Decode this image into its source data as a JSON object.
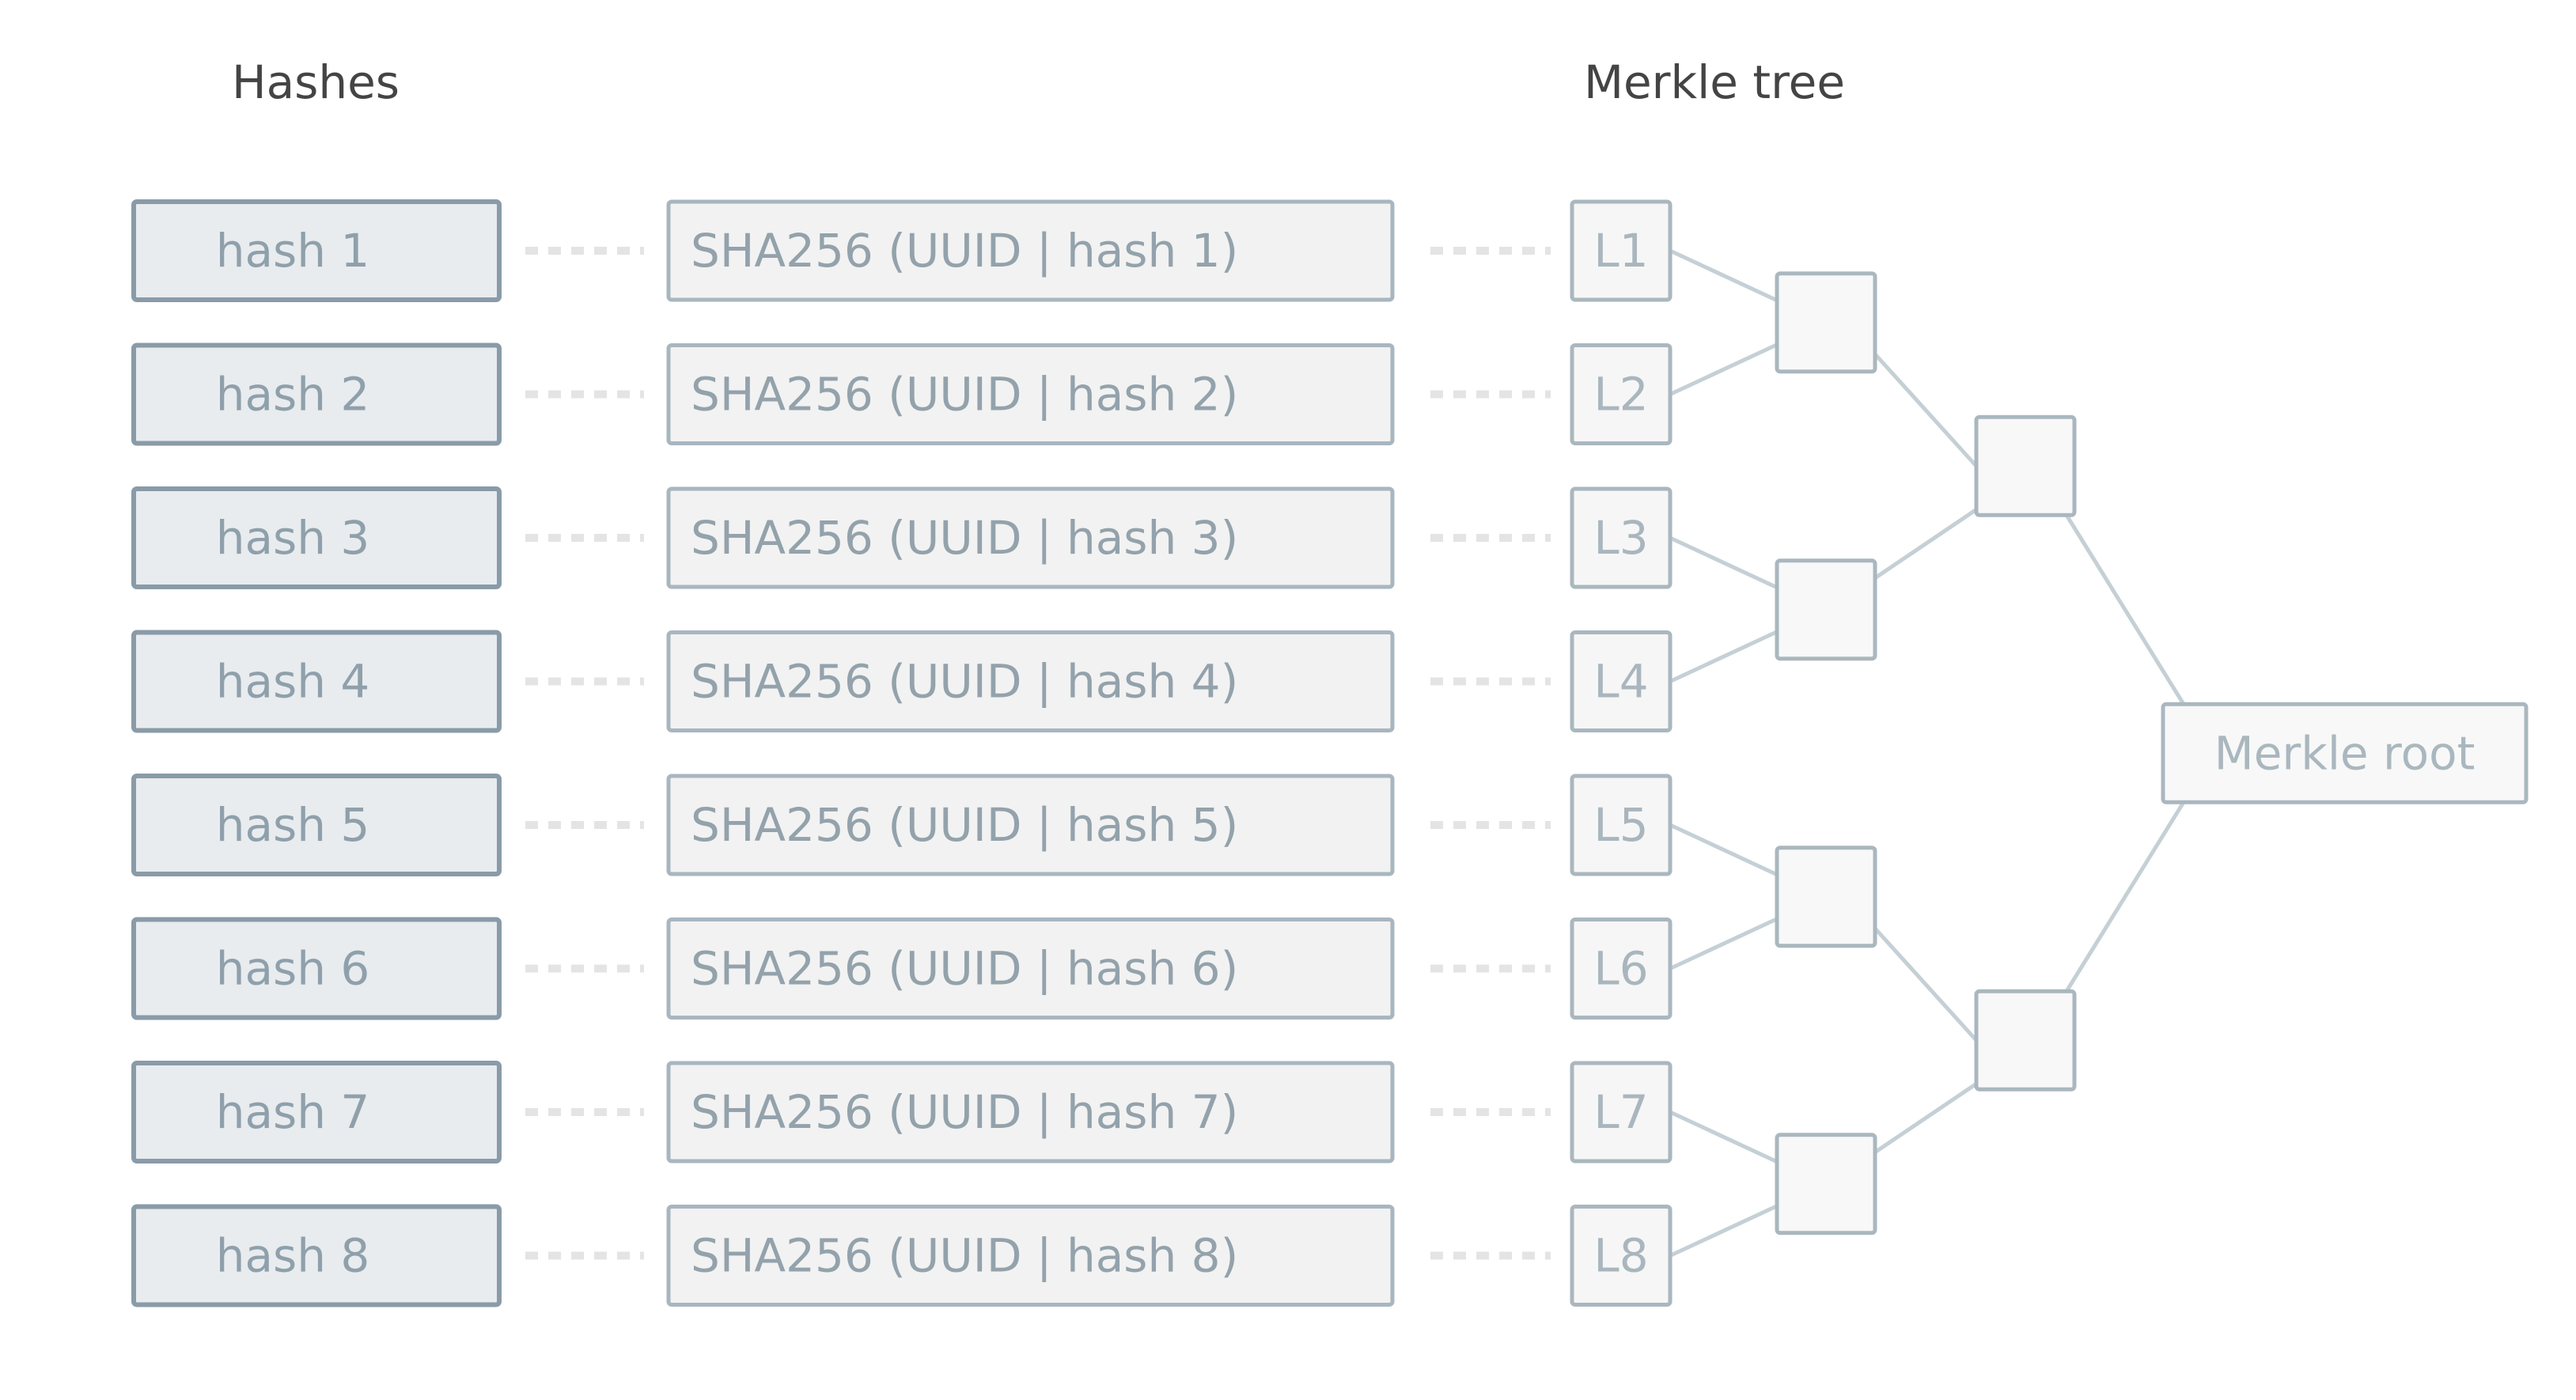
{
  "titles": {
    "hashes": "Hashes",
    "merkle_tree": "Merkle tree"
  },
  "rows": [
    {
      "hash": "hash 1",
      "sha": "SHA256 (UUID | hash 1)",
      "leaf": "L1"
    },
    {
      "hash": "hash 2",
      "sha": "SHA256 (UUID | hash 2)",
      "leaf": "L2"
    },
    {
      "hash": "hash 3",
      "sha": "SHA256 (UUID | hash 3)",
      "leaf": "L3"
    },
    {
      "hash": "hash 4",
      "sha": "SHA256 (UUID | hash 4)",
      "leaf": "L4"
    },
    {
      "hash": "hash 5",
      "sha": "SHA256 (UUID | hash 5)",
      "leaf": "L5"
    },
    {
      "hash": "hash 6",
      "sha": "SHA256 (UUID | hash 6)",
      "leaf": "L6"
    },
    {
      "hash": "hash 7",
      "sha": "SHA256 (UUID | hash 7)",
      "leaf": "L7"
    },
    {
      "hash": "hash 8",
      "sha": "SHA256 (UUID | hash 8)",
      "leaf": "L8"
    }
  ],
  "tree": {
    "level1_nodes": 4,
    "level2_nodes": 2,
    "root_label": "Merkle root"
  },
  "colors": {
    "title": "#444444",
    "hash_fill": "#e8ecef",
    "hash_border": "#8a9ba8",
    "sha_fill": "#f2f2f2",
    "sha_border": "#a8b6bf",
    "node_border": "#aab7bf",
    "edge": "#c5d0d6",
    "dash": "#e4e4e4"
  }
}
